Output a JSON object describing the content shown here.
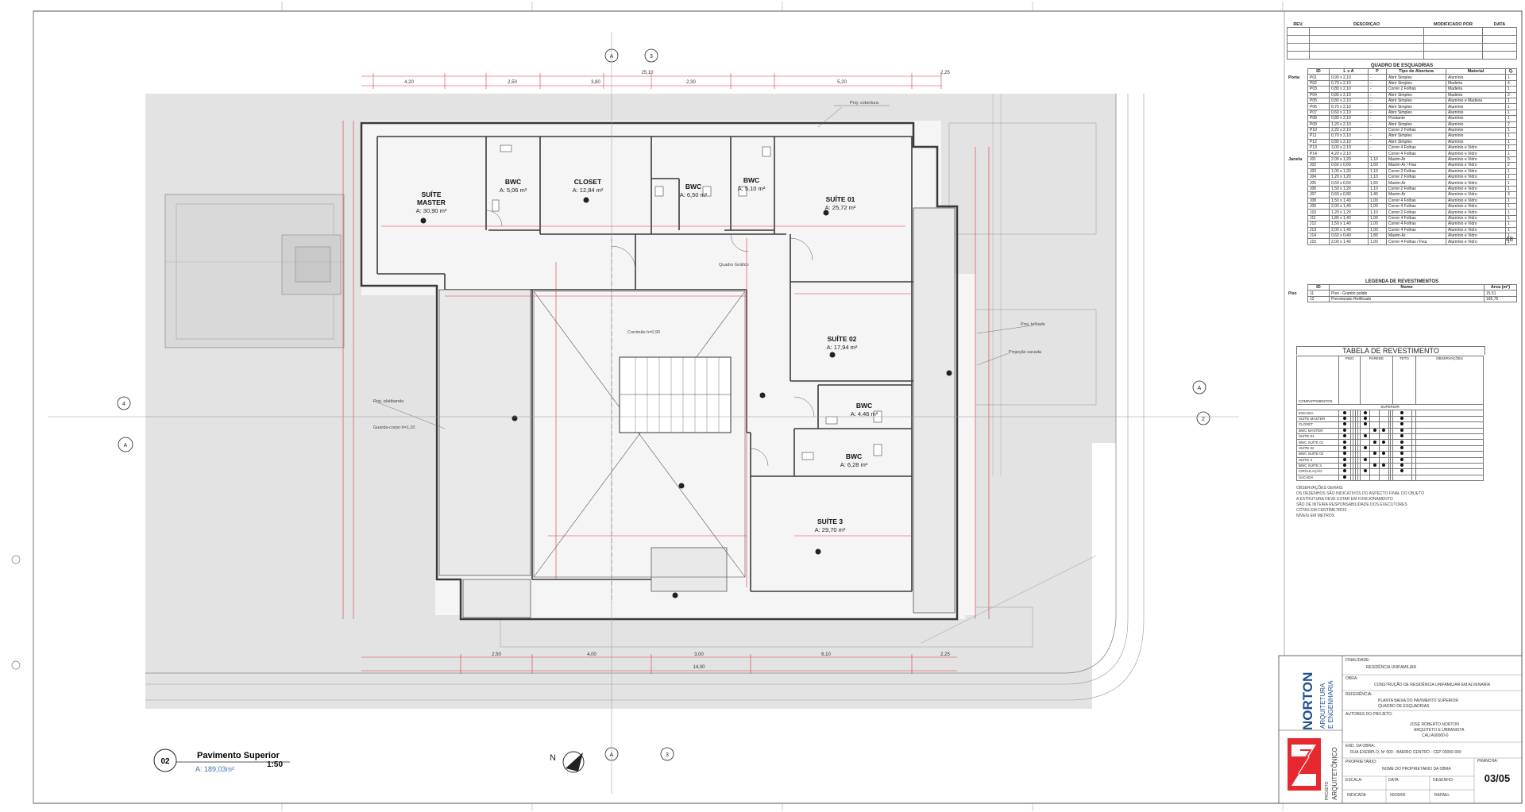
{
  "drawing": {
    "number": "02",
    "title": "Pavimento Superior",
    "scale": "1:50",
    "area": "A: 189,03m²",
    "north_label": "N",
    "section_marks": [
      "A",
      "3",
      "2",
      "4"
    ],
    "notes": [
      "Proj. cobertura",
      "Proj. platibanda",
      "Projeção sacada",
      "Quadro Gráfico",
      "Corrimão h=0,90",
      "Guarda-corpo h=1,10",
      "Proj. telhado"
    ]
  },
  "rooms": [
    {
      "id": "suite-master",
      "name": "SUÍTE\nMASTER",
      "name1": "SUÍTE",
      "name2": "MASTER",
      "area": "A: 30,90 m²"
    },
    {
      "id": "bwc-1",
      "name": "BWC",
      "area": "A: 5,06 m²"
    },
    {
      "id": "closet",
      "name": "CLOSET",
      "area": "A: 12,84 m²"
    },
    {
      "id": "bwc-2",
      "name": "BWC",
      "area": "A: 6,50 m²"
    },
    {
      "id": "bwc-3",
      "name": "BWC",
      "area": "A: 5,10 m²"
    },
    {
      "id": "suite-01",
      "name": "SUÍTE 01",
      "area": "A: 25,72 m²"
    },
    {
      "id": "suite-02",
      "name": "SUÍTE 02",
      "area": "A: 17,94 m²"
    },
    {
      "id": "bwc-4",
      "name": "BWC",
      "area": "A: 4,46 m²"
    },
    {
      "id": "bwc-5",
      "name": "BWC",
      "area": "A: 6,28 m²"
    },
    {
      "id": "suite-3",
      "name": "SUÍTE 3",
      "area": "A: 29,70 m²"
    }
  ],
  "dimensions": {
    "top_total": "25,10",
    "bottom_total": "14,00",
    "bottom": [
      "2,50",
      "4,00",
      "3,00",
      "6,10",
      "2,25"
    ],
    "top": [
      "4,20",
      "2,50",
      "3,80",
      "2,30",
      "5,20",
      "2,25"
    ]
  },
  "revisions": {
    "headers": [
      "REV.",
      "DESCRIÇÃO",
      "MODIFICADO POR",
      "DATA"
    ],
    "rows": 4
  },
  "quadro_esquadrias": {
    "title": "QUADRO DE ESQUADRIAS",
    "headers": [
      "ID",
      "L x A",
      "P",
      "Tipo de Abertura",
      "Material",
      "Q."
    ],
    "groups": [
      {
        "name": "Porta",
        "rows": [
          [
            "P01",
            "0,90 x 2,10",
            "-",
            "Abrir Simples",
            "Alumínio",
            "1"
          ],
          [
            "P02",
            "0,70 x 2,10",
            "-",
            "Abrir Simples",
            "Madeira",
            "4"
          ],
          [
            "P03",
            "0,80 x 2,10",
            "-",
            "Correr 2 Folhas",
            "Madeira",
            "1"
          ],
          [
            "P04",
            "0,80 x 2,10",
            "-",
            "Abrir Simples",
            "Madeira",
            "2"
          ],
          [
            "P05",
            "0,80 x 2,10",
            "-",
            "Abrir Simples",
            "Alumínio e Madeira",
            "1"
          ],
          [
            "P06",
            "0,70 x 2,10",
            "-",
            "Abrir Simples",
            "Alumínio",
            "1"
          ],
          [
            "P07",
            "0,60 x 2,10",
            "-",
            "Abrir Simples",
            "Alumínio",
            "1"
          ],
          [
            "P08",
            "0,80 x 2,10",
            "-",
            "Pivotante",
            "Alumínio",
            "1"
          ],
          [
            "P09",
            "1,20 x 2,10",
            "-",
            "Abrir Simples",
            "Alumínio",
            "2"
          ],
          [
            "P10",
            "2,20 x 2,10",
            "-",
            "Correr 2 Folhas",
            "Alumínio",
            "1"
          ],
          [
            "P11",
            "0,70 x 2,10",
            "-",
            "Abrir Simples",
            "Alumínio",
            "1"
          ],
          [
            "P12",
            "0,80 x 2,10",
            "-",
            "Abrir Simples",
            "Alumínio",
            "1"
          ],
          [
            "P13",
            "3,00 x 2,10",
            "-",
            "Correr 4 Folhas",
            "Alumínio e Vidro",
            "1"
          ],
          [
            "P14",
            "4,20 x 2,10",
            "-",
            "Correr 4 Folhas",
            "Alumínio e Vidro",
            "1"
          ]
        ]
      },
      {
        "name": "Janela",
        "rows": [
          [
            "J01",
            "2,00 x 1,20",
            "1,10",
            "Maxim-Ar",
            "Alumínio e Vidro",
            "5"
          ],
          [
            "J02",
            "0,60 x 0,60",
            "1,60",
            "Maxim-Ar / Fixa",
            "Alumínio e Vidro",
            "2"
          ],
          [
            "J03",
            "1,00 x 1,20",
            "1,10",
            "Correr 2 Folhas",
            "Alumínio e Vidro",
            "1"
          ],
          [
            "J04",
            "1,20 x 1,20",
            "1,10",
            "Correr 2 Folhas",
            "Alumínio e Vidro",
            "1"
          ],
          [
            "J05",
            "0,60 x 0,60",
            "1,60",
            "Maxim-Ar",
            "Alumínio e Vidro",
            "1"
          ],
          [
            "J06",
            "1,50 x 1,20",
            "1,10",
            "Correr 2 Folhas",
            "Alumínio e Vidro",
            "1"
          ],
          [
            "J07",
            "0,60 x 0,80",
            "1,40",
            "Maxim-Ar",
            "Alumínio e Vidro",
            "3"
          ],
          [
            "J08",
            "1,50 x 1,40",
            "1,00",
            "Correr 4 Folhas",
            "Alumínio e Vidro",
            "1"
          ],
          [
            "J09",
            "2,00 x 1,40",
            "1,00",
            "Correr 4 Folhas",
            "Alumínio e Vidro",
            "1"
          ],
          [
            "J10",
            "1,20 x 1,20",
            "1,10",
            "Correr 2 Folhas",
            "Alumínio e Vidro",
            "1"
          ],
          [
            "J11",
            "1,80 x 1,40",
            "1,00",
            "Correr 4 Folhas",
            "Alumínio e Vidro",
            "1"
          ],
          [
            "J12",
            "1,50 x 1,40",
            "1,00",
            "Correr 4 Folhas",
            "Alumínio e Vidro",
            "1"
          ],
          [
            "J13",
            "2,00 x 1,40",
            "1,00",
            "Correr 4 Folhas",
            "Alumínio e Vidro",
            "1"
          ],
          [
            "J14",
            "0,60 x 0,40",
            "1,80",
            "Maxim-Ar",
            "Alumínio e Vidro",
            "1"
          ],
          [
            "J15",
            "2,00 x 1,40",
            "1,00",
            "Correr 4 Folhas / Fixa",
            "Alumínio e Vidro",
            "1"
          ]
        ]
      }
    ],
    "total": "48"
  },
  "legenda_revestimentos": {
    "title": "LEGENDA DE REVESTIMENTOS",
    "headers": [
      "ID",
      "Nome",
      "Área (m²)"
    ],
    "group": "Piso",
    "rows": [
      [
        "11",
        "Piso - Granito polido",
        "15,51"
      ],
      [
        "12",
        "Porcelanato Retificado",
        "165,75"
      ]
    ]
  },
  "tabela_revestimento": {
    "title": "TABELA DE REVESTIMENTO",
    "groups": [
      "PISO",
      "PAREDE",
      "TETO",
      "OBSERVAÇÕES"
    ],
    "col_label": "COMPARTIMENTOS",
    "section_label": "SUPERIOR",
    "rows": [
      "ESCADA",
      "SUÍTE MASTER",
      "CLOSET",
      "BWC MASTER",
      "SUÍTE 01",
      "BWC SUÍTE 01",
      "SUÍTE 02",
      "BWC SUÍTE 02",
      "SUÍTE 3",
      "BWC SUÍTE 3",
      "CIRCULAÇÃO",
      "SACADA"
    ],
    "notes": [
      "OBSERVAÇÕES GERAIS:",
      "OS DESENHOS SÃO INDICATIVOS DO ASPECTO FINAL DO OBJETO",
      "A ESTRUTURA DEVE ESTAR EM FUNCIONAMENTO",
      "SÃO DE INTEIRA RESPONSABILIDADE DOS EXECUTORES",
      "COTAS EM CENTÍMETROS",
      "NÍVEIS EM METROS"
    ]
  },
  "title_block": {
    "company_line1": "NORTON",
    "company_line2": "ARQUITETURA",
    "company_line3": "E ENGENHARIA",
    "discipline": "ARQUITETÔNICO",
    "project_label": "PROJETO",
    "finalidade_label": "FINALIDADE:",
    "finalidade": "RESIDÊNCIA UNIFAMILIAR",
    "obra_label": "OBRA:",
    "obra": "CONSTRUÇÃO DE RESIDÊNCIA UNIFAMILIAR EM ALVENARIA",
    "referencia_label": "REFERÊNCIA:",
    "referencia1": "PLANTA BAIXA DO PAVIMENTO SUPERIOR",
    "referencia2": "QUADRO DE ESQUADRIAS",
    "autores_label": "AUTORES DO PROJETO:",
    "autor1": "JOSÉ ROBERTO NORTON",
    "autor2": "ARQUITETO E URBANISTA",
    "autor3": "CAU A00000-0",
    "endereco_label": "END. DA OBRA:",
    "endereco": "RUA EXEMPLO, Nº 000 - BAIRRO CENTRO - CEP 00000-000",
    "proprietario_label": "PROPRIETÁRIO:",
    "proprietario": "NOME DO PROPRIETÁRIO DA OBRA",
    "escala_label": "ESCALA:",
    "escala": "INDICADA",
    "data_label": "DATA:",
    "data": "00/00/00",
    "desenho_label": "DESENHO:",
    "desenho": "RAFAEL",
    "prancha_label": "PRANCHA:",
    "prancha": "03/05"
  },
  "colors": {
    "paper": "#ffffff",
    "site": "#e3e3e3",
    "wall": "#3a3a3a",
    "dimension_red": "#d8343e",
    "logo_red": "#e5292f",
    "ink": "#222222",
    "area_blue": "#3a6fb0"
  }
}
